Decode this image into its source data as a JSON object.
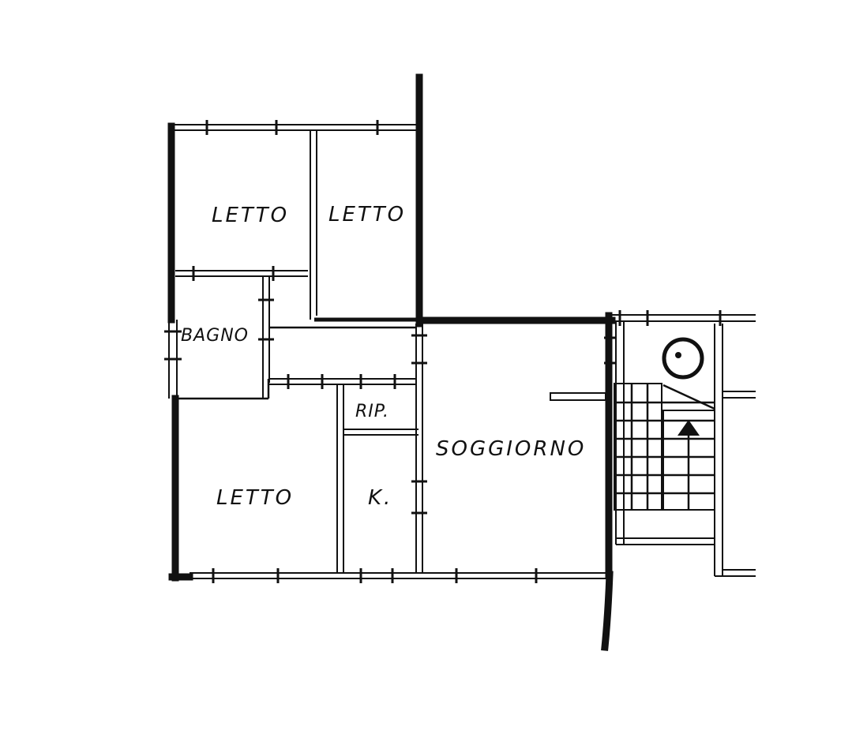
{
  "floor_plan": {
    "rooms": [
      {
        "id": "letto_1",
        "label": "LETTO"
      },
      {
        "id": "letto_2",
        "label": "LETTO"
      },
      {
        "id": "bagno",
        "label": "BAGNO"
      },
      {
        "id": "rip",
        "label": "RIP."
      },
      {
        "id": "soggiorno",
        "label": "SOGGIORNO"
      },
      {
        "id": "letto_3",
        "label": "LETTO"
      },
      {
        "id": "cucina",
        "label": "K."
      }
    ],
    "stair": {
      "direction": "up"
    },
    "colors": {
      "ink": "#111111",
      "paper": "#ffffff"
    }
  }
}
